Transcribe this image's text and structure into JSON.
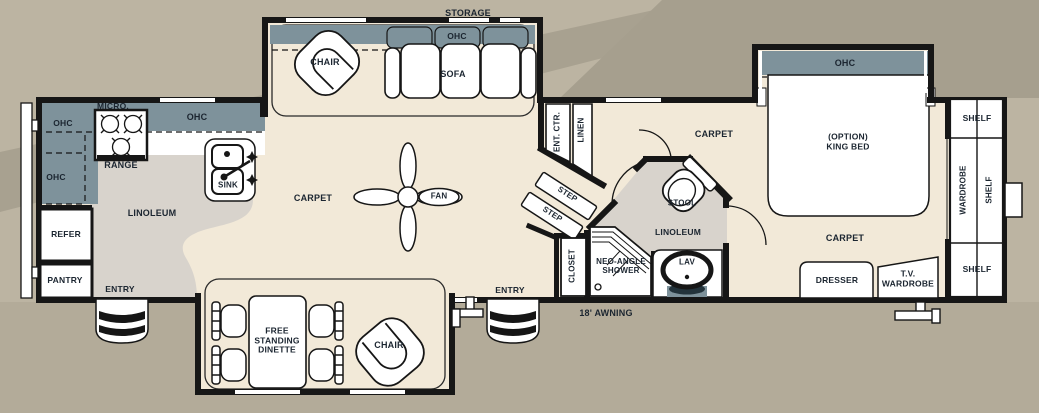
{
  "colors": {
    "background": "#bcb4a2",
    "background_band_dark": "#a59e8c",
    "carpet": "#f2e9d8",
    "linoleum": "#d8d3cc",
    "cabinet": "#7e929b",
    "wall": "#161616",
    "label_text": "#1b2530",
    "fixture": "#ffffff"
  },
  "rooms": {
    "living_slide": {
      "storage": "STORAGE",
      "ohc": "OHC",
      "chair": "CHAIR",
      "sofa": "SOFA"
    },
    "kitchen": {
      "micro": "MICRO.",
      "ohc_top": "OHC",
      "ohc_left_upper": "OHC",
      "ohc_left_lower": "OHC",
      "range": "RANGE",
      "sink": "SINK",
      "refer": "REFER",
      "pantry": "PANTRY",
      "floor": "LINOLEUM",
      "entry": "ENTRY"
    },
    "living": {
      "carpet": "CARPET",
      "fan": "FAN",
      "dinette": "FREE STANDING DINETTE",
      "dinette_chair": "CHAIR",
      "entry": "ENTRY"
    },
    "hall": {
      "ent_ctr": "ENT. CTR.",
      "linen": "LINEN",
      "step_upper": "STEP",
      "step_lower": "STEP",
      "carpet": "CARPET"
    },
    "bath": {
      "closet": "CLOSET",
      "shower": "NEO-ANGLE SHOWER",
      "floor": "LINOLEUM",
      "stool": "STOOL",
      "lav": "LAV"
    },
    "bedroom": {
      "ohc": "OHC",
      "bed_option": "(OPTION) KING BED",
      "carpet": "CARPET",
      "dresser": "DRESSER",
      "tv_wardrobe": "T.V. WARDROBE",
      "shelf_top": "SHELF",
      "wardrobe": "WARDROBE",
      "shelf_side": "SHELF",
      "shelf_rear": "SHELF"
    },
    "exterior": {
      "awning": "18' AWNING"
    }
  }
}
